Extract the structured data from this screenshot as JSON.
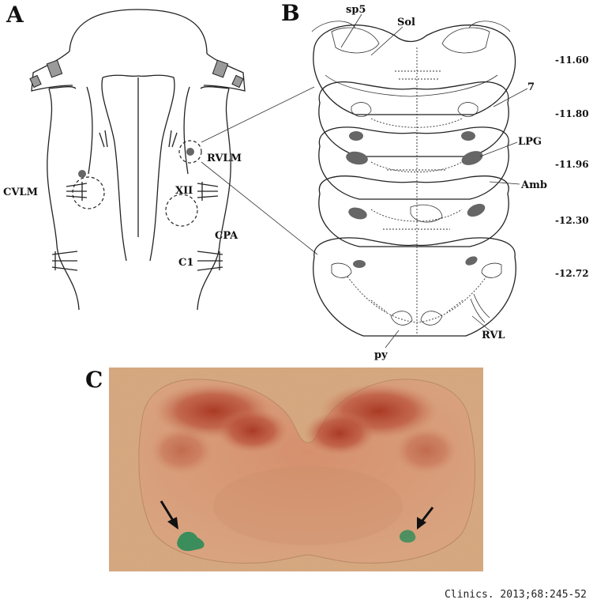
{
  "panels": {
    "a": {
      "letter": "A",
      "labels": {
        "cvlm": "CVLM",
        "rvlm": "RVLM",
        "xii": "XII",
        "cpa": "CPA",
        "c1": "C1"
      }
    },
    "b": {
      "letter": "B",
      "labels": {
        "sp5": "sp5",
        "sol": "Sol",
        "seven": "7",
        "lpg": "LPG",
        "amb": "Amb",
        "rvl": "RVL",
        "py": "py"
      },
      "coordinates": [
        "-11.60",
        "-11.80",
        "-11.96",
        "-12.30",
        "-12.72"
      ]
    },
    "c": {
      "letter": "C"
    }
  },
  "citation": "Clinics. 2013;68:245-52",
  "colors": {
    "stain_bg": "#d8a878",
    "stain_red": "#b5452e",
    "stain_green": "#1f8a55",
    "marker_gray": "#666666"
  }
}
